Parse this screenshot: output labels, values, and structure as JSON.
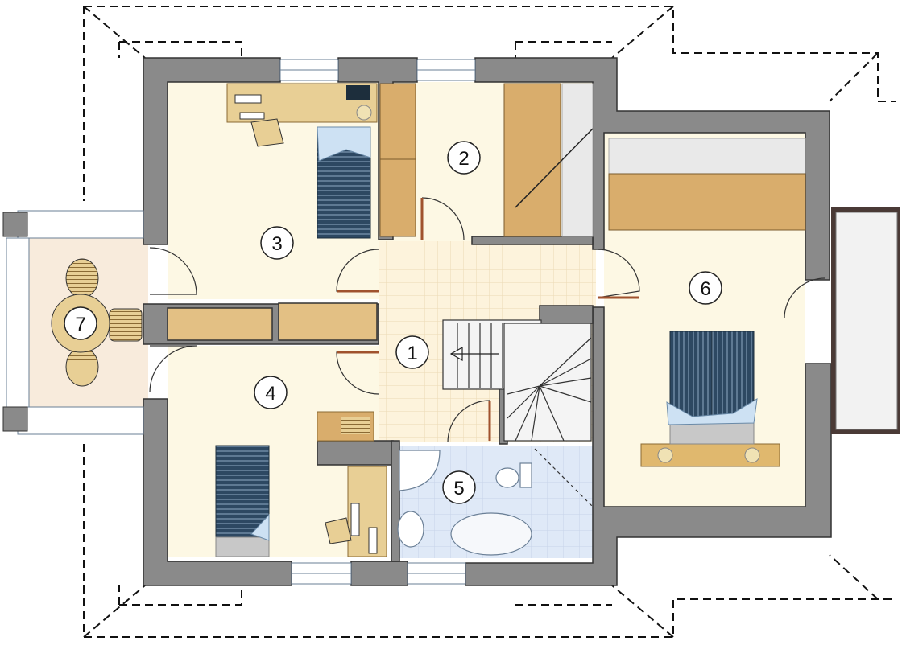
{
  "plan": {
    "rooms": [
      {
        "id": "hall",
        "number": "1"
      },
      {
        "id": "wardrobe",
        "number": "2"
      },
      {
        "id": "bedroom-top-left",
        "number": "3"
      },
      {
        "id": "bedroom-bottom-left",
        "number": "4"
      },
      {
        "id": "bathroom",
        "number": "5"
      },
      {
        "id": "bedroom-main",
        "number": "6"
      },
      {
        "id": "balcony",
        "number": "7"
      }
    ]
  },
  "colors": {
    "wall": "#8a8a8a",
    "floor": "#fdf8e4",
    "wood": "#d9ad6c",
    "tile": "#dde8f6",
    "bed": "#2c4660",
    "roof_line": "#111111"
  }
}
